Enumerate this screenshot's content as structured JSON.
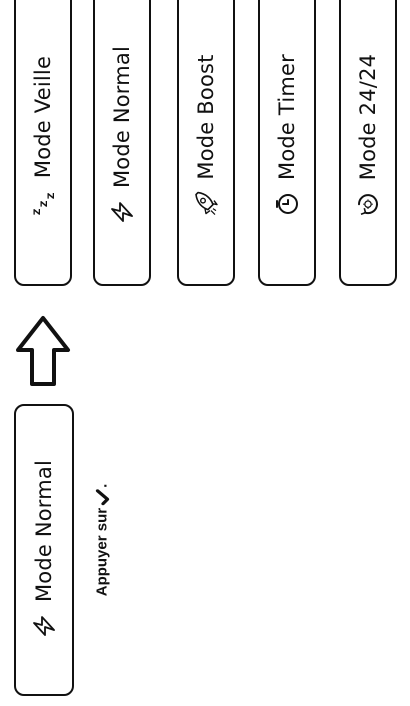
{
  "modes": [
    {
      "id": "veille",
      "label": "Mode Veille",
      "icon": "sleep-zzz-icon"
    },
    {
      "id": "normal",
      "label": "Mode Normal",
      "icon": "lightning-bolt-icon"
    },
    {
      "id": "boost",
      "label": "Mode Boost",
      "icon": "rocket-icon"
    },
    {
      "id": "timer",
      "label": "Mode Timer",
      "icon": "timer-clock-icon"
    },
    {
      "id": "2424",
      "label": "Mode 24/24",
      "icon": "clock-24-icon"
    }
  ],
  "current_mode": {
    "label": "Mode Normal",
    "icon": "lightning-bolt-icon"
  },
  "instruction": {
    "text": "Appuyer sur",
    "suffix": ".",
    "icon": "checkmark-icon"
  },
  "arrow": {
    "icon": "arrow-up-icon"
  }
}
